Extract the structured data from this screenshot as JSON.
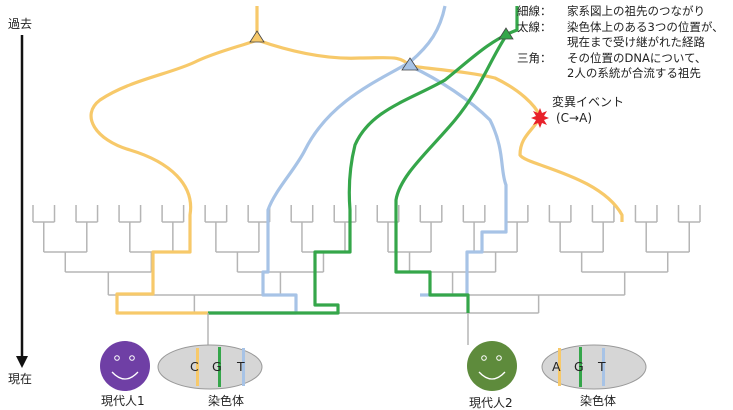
{
  "time_axis": {
    "past_label": "過去",
    "present_label": "現在"
  },
  "legend": {
    "thin_key": "細線：",
    "thin_text": "家系図上の祖先のつながり",
    "thick_key": "太線：",
    "thick_text_1": "染色体上のある3つの位置が、",
    "thick_text_2": "現在まで受け継がれた経路",
    "triangle_key": "三角：",
    "triangle_text_1": "その位置のDNAについて、",
    "triangle_text_2": "2人の系統が合流する祖先"
  },
  "mutation": {
    "label_1": "変異イベント",
    "label_2": "(C→A)"
  },
  "person1": {
    "label": "現代人1",
    "chromosome_label": "染色体",
    "bases": [
      "C",
      "G",
      "T"
    ]
  },
  "person2": {
    "label": "現代人2",
    "chromosome_label": "染色体",
    "bases": [
      "A",
      "G",
      "T"
    ]
  },
  "colors": {
    "yellow": "#f7c96a",
    "green": "#35a64a",
    "blue": "#a7c3e6",
    "tree": "#b5b5b5",
    "person1": "#6f3fa5",
    "person2": "#5e8b3c",
    "mutation": "#e8212a"
  }
}
